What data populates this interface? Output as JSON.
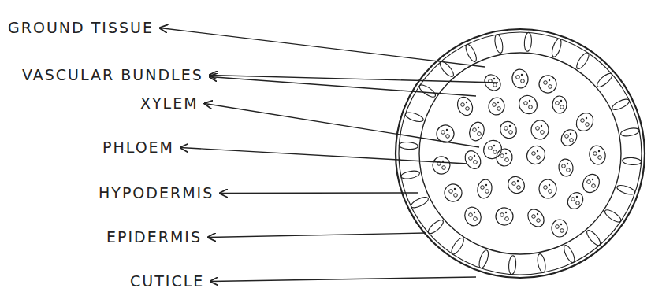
{
  "diagram": {
    "labels": [
      "GROUND TISSUE",
      "VASCULAR BUNDLES",
      "XYLEM",
      "PHLOEM",
      "HYPODERMIS",
      "EPIDERMIS",
      "CUTICLE"
    ]
  }
}
